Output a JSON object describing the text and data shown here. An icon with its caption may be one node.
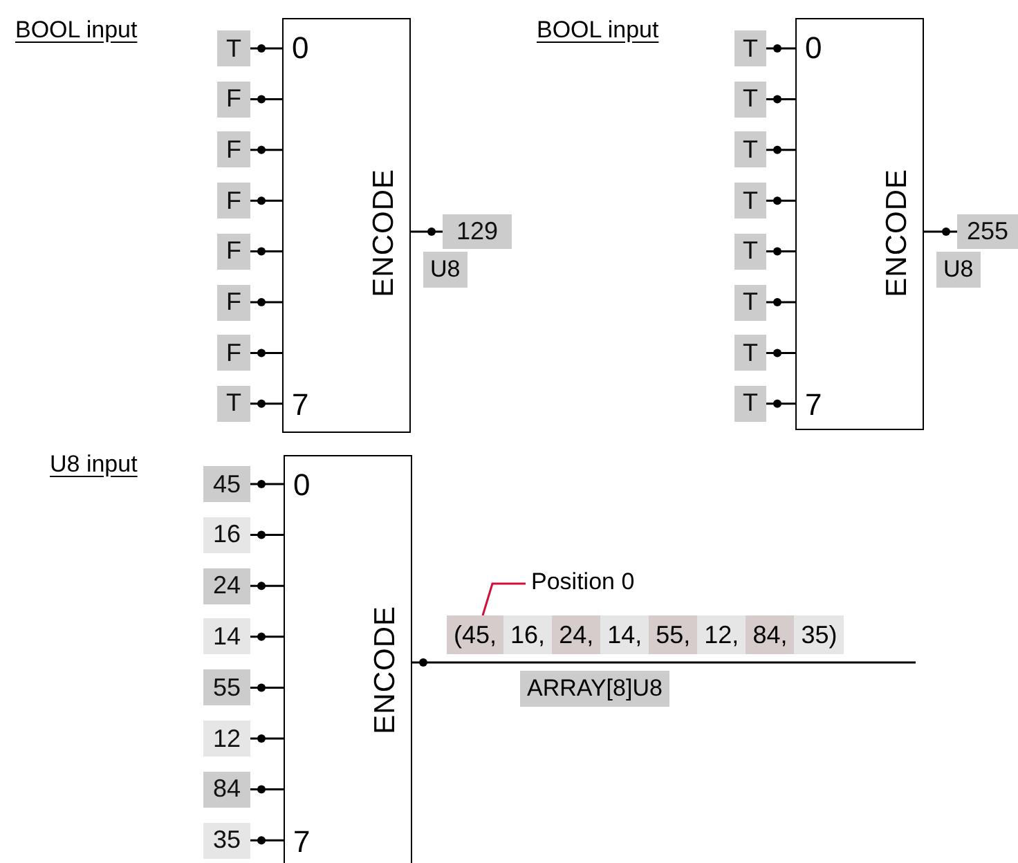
{
  "diagram": {
    "nodes": [
      {
        "text": [
          "0",
          "ENCODE",
          "7"
        ]
      },
      {
        "text": [
          "T"
        ]
      },
      {
        "text": [
          "F"
        ]
      },
      {
        "text": [
          "F"
        ]
      },
      {
        "text": [
          "F"
        ]
      },
      {
        "text": [
          "F"
        ]
      },
      {
        "text": [
          "F"
        ]
      },
      {
        "text": [
          "F"
        ]
      },
      {
        "text": [
          "T"
        ]
      },
      {
        "text": [
          "129"
        ]
      },
      {
        "text": [
          "U8"
        ]
      },
      {
        "text": [
          "0",
          "ENCODE",
          "7"
        ]
      },
      {
        "text": [
          "T"
        ]
      },
      {
        "text": [
          "T"
        ]
      },
      {
        "text": [
          "T"
        ]
      },
      {
        "text": [
          "T"
        ]
      },
      {
        "text": [
          "T"
        ]
      },
      {
        "text": [
          "T"
        ]
      },
      {
        "text": [
          "T"
        ]
      },
      {
        "text": [
          "T"
        ]
      },
      {
        "text": [
          "255"
        ]
      },
      {
        "text": [
          "U8"
        ]
      },
      {
        "text": [
          "0",
          "ENCODE",
          "7"
        ]
      },
      {
        "text": [
          "45"
        ]
      },
      {
        "text": [
          "16"
        ]
      },
      {
        "text": [
          "24"
        ]
      },
      {
        "text": [
          "14"
        ]
      },
      {
        "text": [
          "55"
        ]
      },
      {
        "text": [
          "12"
        ]
      },
      {
        "text": [
          "84"
        ]
      },
      {
        "text": [
          "35"
        ]
      },
      {
        "text": [
          "Position 0"
        ]
      },
      {
        "text": [
          "(45,",
          "16,",
          "24,",
          "14,",
          "55,",
          "12,",
          "84,",
          "35)"
        ]
      },
      {
        "text": [
          "ARRAY[8]U8"
        ]
      }
    ],
    "edges": [
      {
        "from": 1,
        "to": 0,
        "arrow": "other"
      },
      {
        "from": 2,
        "to": 0,
        "arrow": "other"
      },
      {
        "from": 3,
        "to": 0,
        "arrow": "other"
      },
      {
        "from": 4,
        "to": 0,
        "arrow": "other"
      },
      {
        "from": 5,
        "to": 0,
        "arrow": "other"
      },
      {
        "from": 6,
        "to": 0,
        "arrow": "other"
      },
      {
        "from": 7,
        "to": 0,
        "arrow": "other"
      },
      {
        "from": 8,
        "to": 0,
        "arrow": "other"
      },
      {
        "from": 9,
        "to": 0,
        "arrow": "other"
      },
      {
        "from": 12,
        "to": 11,
        "arrow": "other"
      },
      {
        "from": 13,
        "to": 11,
        "arrow": "other"
      },
      {
        "from": 14,
        "to": 11,
        "arrow": "other"
      },
      {
        "from": 15,
        "to": 11,
        "arrow": "other"
      },
      {
        "from": 16,
        "to": 11,
        "arrow": "other"
      },
      {
        "from": 17,
        "to": 11,
        "arrow": "other"
      },
      {
        "from": 18,
        "to": 11,
        "arrow": "other"
      },
      {
        "from": 19,
        "to": 11,
        "arrow": "other"
      },
      {
        "from": 20,
        "to": 11,
        "arrow": "other"
      },
      {
        "from": 23,
        "to": 22,
        "arrow": "other"
      },
      {
        "from": 24,
        "to": 22,
        "arrow": "other"
      },
      {
        "from": 25,
        "to": 22,
        "arrow": "other"
      },
      {
        "from": 26,
        "to": 22,
        "arrow": "other"
      },
      {
        "from": 27,
        "to": 22,
        "arrow": "other"
      },
      {
        "from": 28,
        "to": 22,
        "arrow": "other"
      },
      {
        "from": 29,
        "to": 22,
        "arrow": "other"
      },
      {
        "from": 30,
        "to": 22,
        "arrow": "other"
      },
      {
        "from": 22,
        "to": null,
        "arrow": "other"
      },
      {
        "from": 31,
        "to": 32,
        "arrow": "none",
        "color": "#d0103a"
      }
    ],
    "labels": [
      "BOOL input",
      "BOOL input",
      "U8 input"
    ]
  }
}
